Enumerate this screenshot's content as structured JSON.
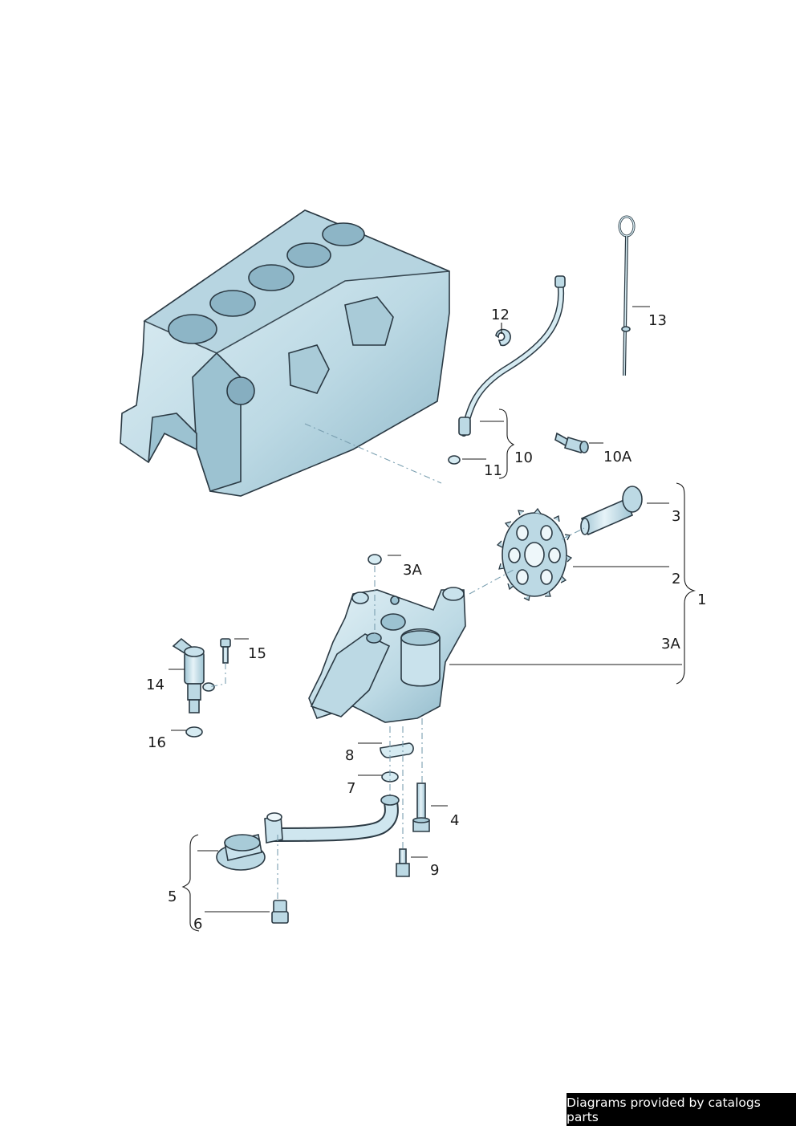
{
  "colors": {
    "part_fill": "#cfe6ef",
    "part_fill_dark": "#a8cbd8",
    "part_shadow": "#7fa9bb",
    "outline": "#2b3a44",
    "label": "#1a1a1a",
    "credit_bg": "#000000",
    "credit_text": "#ffffff"
  },
  "callouts": {
    "c1": "1",
    "c2": "2",
    "c3": "3",
    "c3a_top": "3A",
    "c3a_right": "3A",
    "c4": "4",
    "c5": "5",
    "c6": "6",
    "c7": "7",
    "c8": "8",
    "c9": "9",
    "c10": "10",
    "c10a": "10A",
    "c11": "11",
    "c12": "12",
    "c13": "13",
    "c14": "14",
    "c15": "15",
    "c16": "16"
  },
  "credit": "Diagrams provided by catalogs parts"
}
